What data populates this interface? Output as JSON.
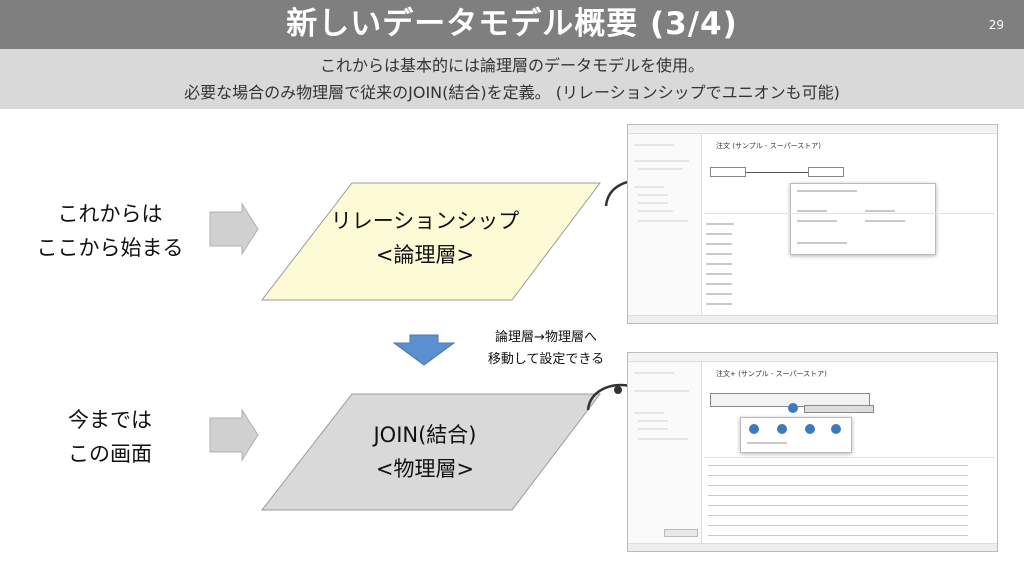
{
  "header": {
    "title": "新しいデータモデル概要 (3/4)",
    "page_number": "29"
  },
  "subheader": {
    "line1": "これからは基本的には論理層のデータモデルを使用。",
    "line2": "必要な場合のみ物理層で従来のJOIN(結合)を定義。 (リレーションシップでユニオンも可能)"
  },
  "upper": {
    "left_line1": "これからは",
    "left_line2": "ここから始まる",
    "shape_line1": "リレーションシップ",
    "shape_line2": "<論理層>",
    "screenshot_title": "注文 (サンプル - スーパーストア)"
  },
  "middle": {
    "note_line1": "論理層→物理層へ",
    "note_line2": "移動して設定できる"
  },
  "lower": {
    "left_line1": "今までは",
    "left_line2": "この画面",
    "shape_line1": "JOIN(結合)",
    "shape_line2": "<物理層>",
    "screenshot_title": "注文+ (サンプル - スーパーストア)"
  },
  "colors": {
    "title_bar": "#7f7f7f",
    "subtitle_bar": "#d9d9d9",
    "logical_fill": "#fdfbd6",
    "physical_fill": "#d9d9d9",
    "arrow_gray": "#d0d0d0",
    "arrow_blue": "#5b8fcf"
  }
}
